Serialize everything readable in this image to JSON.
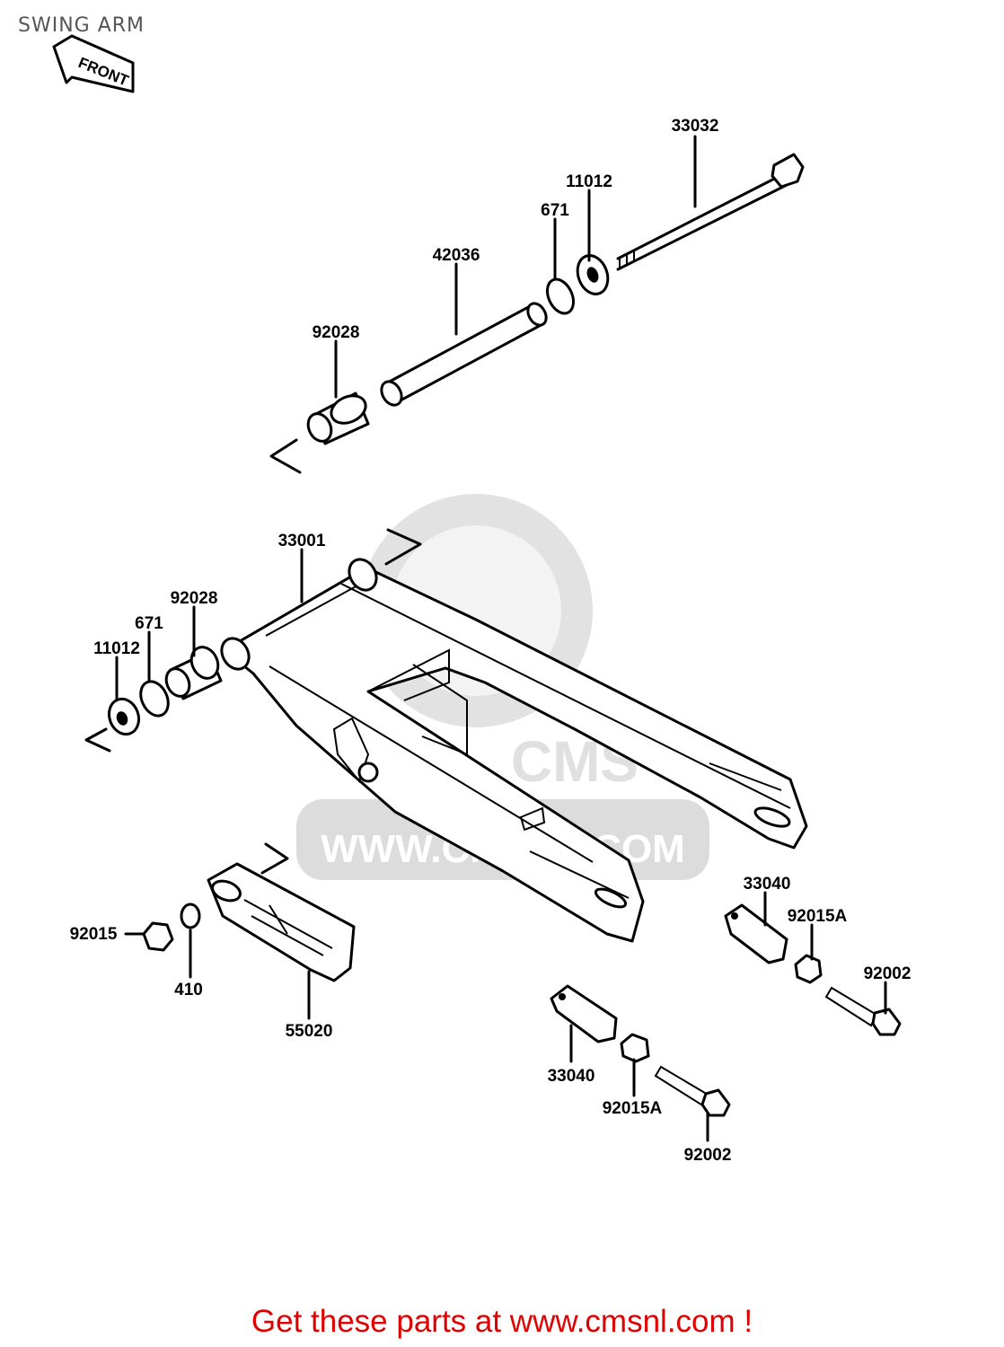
{
  "title": "SWING ARM",
  "front_arrow": {
    "label": "FRONT"
  },
  "watermark": {
    "url_text": "WWW.CMSNL.COM",
    "logo_text": "CMS"
  },
  "footer": {
    "text": "Get these parts at www.cmsnl.com !"
  },
  "parts": {
    "p33032": "33032",
    "p11012_top": "11012",
    "p671_top": "671",
    "p42036": "42036",
    "p92028_top": "92028",
    "p33001": "33001",
    "p92028_left": "92028",
    "p671_left": "671",
    "p11012_left": "11012",
    "p33040_right": "33040",
    "p92015A_right": "92015A",
    "p92002_right": "92002",
    "p92015": "92015",
    "p410": "410",
    "p55020": "55020",
    "p33040_bottom": "33040",
    "p92015A_bottom": "92015A",
    "p92002_bottom": "92002"
  },
  "colors": {
    "footer": "#e00000",
    "title": "#555555",
    "watermark": "#dcdcdc"
  }
}
